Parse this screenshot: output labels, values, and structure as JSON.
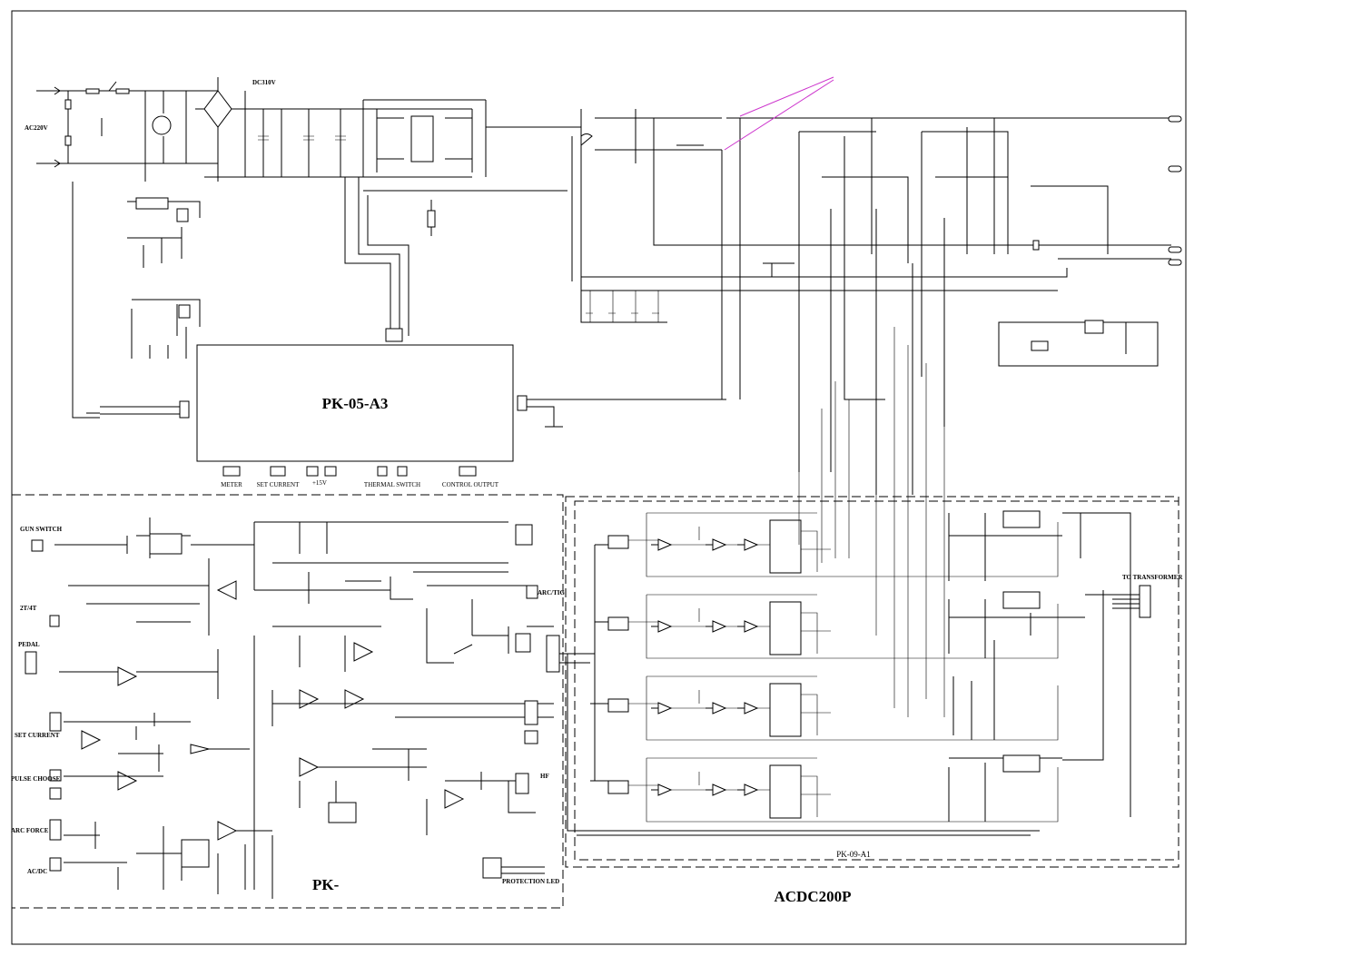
{
  "colors": {
    "ink": "#000000",
    "paper": "#ffffff",
    "annotation": "#cc33cc"
  },
  "labels": {
    "ac_input": "AC220V",
    "dc_bus": "DC310V",
    "main_module": "PK-05-A3",
    "main_connectors": [
      "METER",
      "SET CURRENT",
      "+15V",
      "THERMAL SWITCH",
      "CONTROL OUTPUT"
    ],
    "control_inputs": [
      "GUN SWITCH",
      "2T/4T",
      "PEDAL",
      "SET CURRENT",
      "PULSE CHOOSE",
      "ARC FORCE",
      "AC/DC"
    ],
    "arc_tig": "ARC/TIG",
    "hf": "HF",
    "protection_led": "PROTECTION LED",
    "control_board": "PK-",
    "driver_board": "PK-09-A1",
    "to_transformer": "TO TRANSFORMER",
    "model": "ACDC200P"
  }
}
